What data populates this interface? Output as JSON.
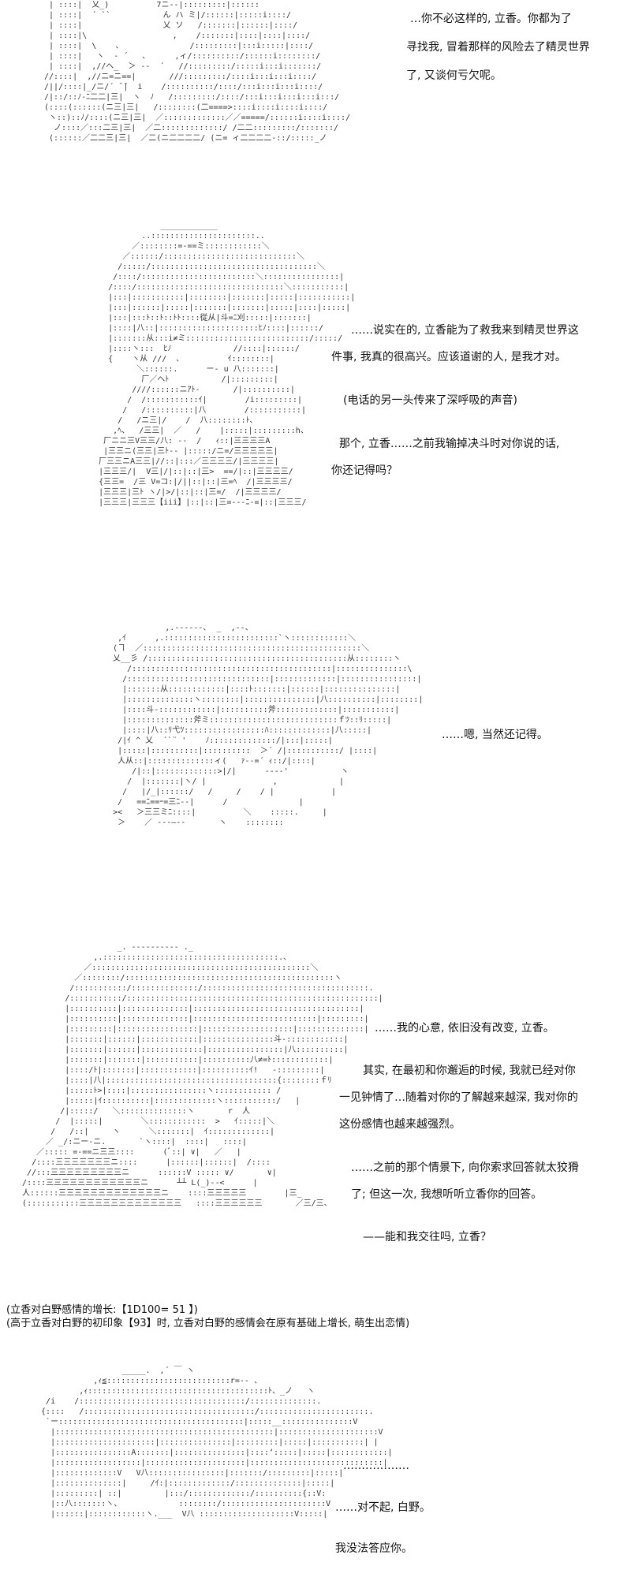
{
  "panels": [
    {
      "dialogue": [
        "…你不必这样的, 立香。你都为了",
        "寻找我, 冒着那样的风险去了精灵世界",
        "了, 又谈何亏欠呢。"
      ]
    },
    {
      "dialogue": [
        "……说实在的, 立香能为了救我来到精灵世界这",
        "件事, 我真的很高兴。应该道谢的人, 是我才对。",
        "(电话的另一头传来了深呼吸的声音)",
        "那个, 立香……之前我输掉决斗时对你说的话,",
        "你还记得吗？"
      ]
    },
    {
      "dialogue": [
        "……嗯, 当然还记得。"
      ]
    },
    {
      "dialogue": [
        "……我的心意, 依旧没有改变, 立香。",
        "其实, 在最初和你邂逅的时候, 我就已经对你",
        "一见钟情了…随着对你的了解越来越深, 我对你的",
        "这份感情也越来越强烈。",
        "……之前的那个情景下, 向你索求回答就太狡猾",
        "了; 但这一次, 我想听听立香你的回答。",
        "——能和我交往吗, 立香？"
      ]
    },
    {
      "notes": [
        "(立香对白野感情的增长:【1D100= 51 】)",
        "(高于立香对白野的初印象【93】时, 立香对白野的感情会在原有基础上增长, 萌生出恋情)"
      ]
    },
    {
      "dialogue": [
        "………………",
        "……对不起, 白野。",
        "我没法答应你。"
      ]
    }
  ]
}
